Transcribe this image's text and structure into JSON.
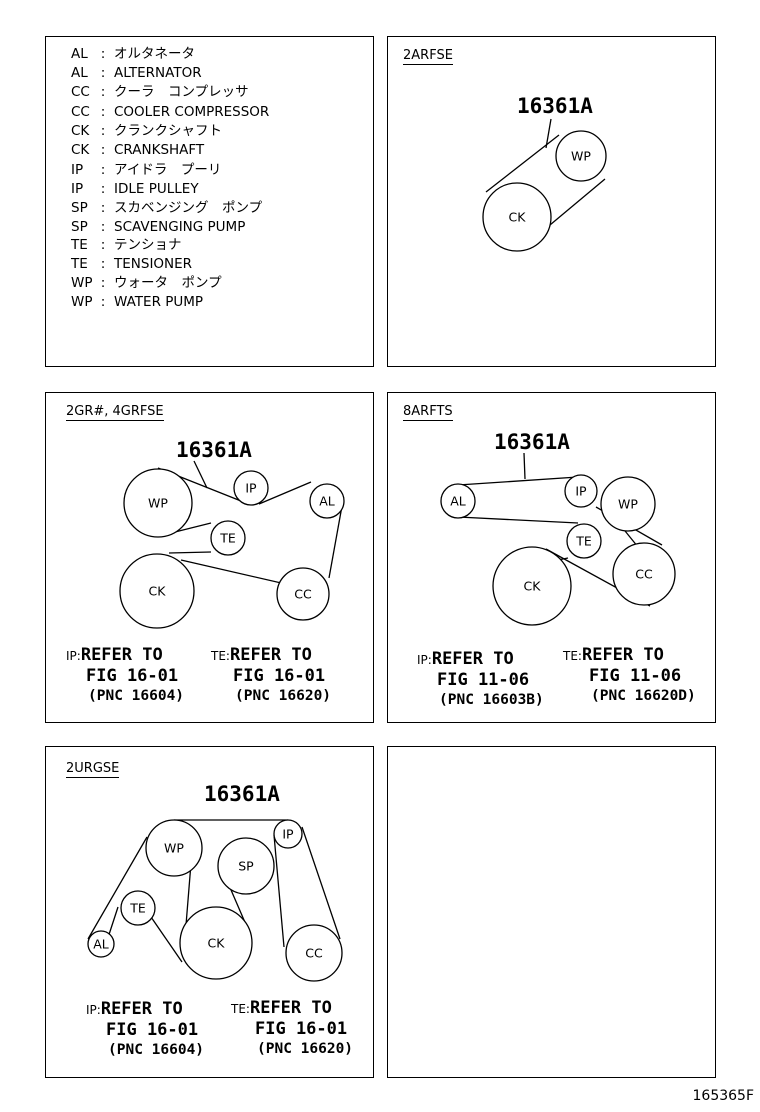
{
  "legend": [
    {
      "code": "AL",
      "text": "オルタネータ"
    },
    {
      "code": "AL",
      "text": "ALTERNATOR"
    },
    {
      "code": "CC",
      "text": "クーラ　コンプレッサ"
    },
    {
      "code": "CC",
      "text": "COOLER COMPRESSOR"
    },
    {
      "code": "CK",
      "text": "クランクシャフト"
    },
    {
      "code": "CK",
      "text": "CRANKSHAFT"
    },
    {
      "code": "IP",
      "text": "アイドラ　プーリ"
    },
    {
      "code": "IP",
      "text": "IDLE PULLEY"
    },
    {
      "code": "SP",
      "text": "スカベンジング　ポンプ"
    },
    {
      "code": "SP",
      "text": "SCAVENGING PUMP"
    },
    {
      "code": "TE",
      "text": "テンショナ"
    },
    {
      "code": "TE",
      "text": "TENSIONER"
    },
    {
      "code": "WP",
      "text": "ウォータ　ポンプ"
    },
    {
      "code": "WP",
      "text": "WATER PUMP"
    }
  ],
  "legend_separator": ":",
  "part_number": "16361A",
  "figure_code": "165365F",
  "panels": {
    "p2arfse": {
      "engine": "2ARFSE",
      "pulleys": {
        "wp": "WP",
        "ck": "CK"
      }
    },
    "p2gr": {
      "engine": "2GR#, 4GRFSE",
      "pulleys": {
        "wp": "WP",
        "ip": "IP",
        "al": "AL",
        "te": "TE",
        "ck": "CK",
        "cc": "CC"
      },
      "notes": [
        {
          "prefix": "IP:",
          "line1": "REFER TO",
          "line2": "FIG 16-01",
          "line3": "(PNC 16604)"
        },
        {
          "prefix": "TE:",
          "line1": "REFER TO",
          "line2": "FIG 16-01",
          "line3": "(PNC 16620)"
        }
      ]
    },
    "p8arfts": {
      "engine": "8ARFTS",
      "pulleys": {
        "al": "AL",
        "ip": "IP",
        "wp": "WP",
        "te": "TE",
        "ck": "CK",
        "cc": "CC"
      },
      "notes": [
        {
          "prefix": "IP:",
          "line1": "REFER TO",
          "line2": "FIG 11-06",
          "line3": "(PNC 16603B)"
        },
        {
          "prefix": "TE:",
          "line1": "REFER TO",
          "line2": "FIG 11-06",
          "line3": "(PNC 16620D)"
        }
      ]
    },
    "p2urgse": {
      "engine": "2URGSE",
      "pulleys": {
        "wp": "WP",
        "ip": "IP",
        "sp": "SP",
        "te": "TE",
        "al": "AL",
        "ck": "CK",
        "cc": "CC"
      },
      "notes": [
        {
          "prefix": "IP:",
          "line1": "REFER TO",
          "line2": "FIG 16-01",
          "line3": "(PNC 16604)"
        },
        {
          "prefix": "TE:",
          "line1": "REFER TO",
          "line2": "FIG 16-01",
          "line3": "(PNC 16620)"
        }
      ]
    }
  }
}
